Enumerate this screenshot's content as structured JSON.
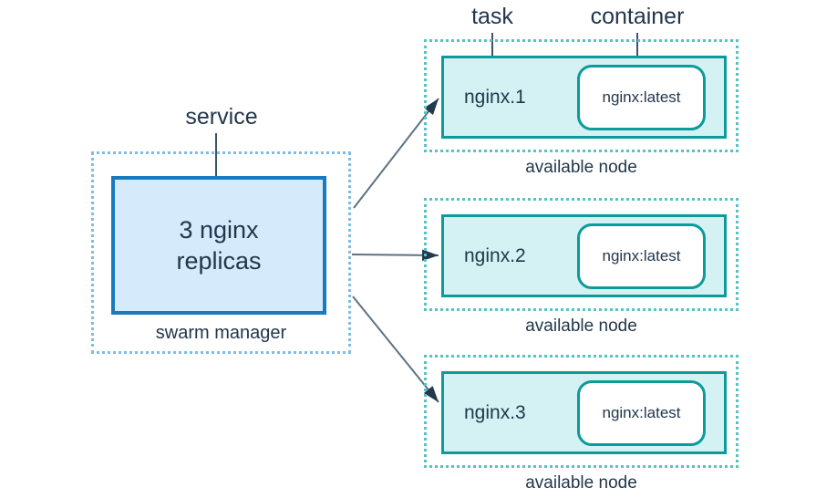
{
  "labels": {
    "service": "service",
    "task": "task",
    "container": "container"
  },
  "manager": {
    "line1": "3 nginx",
    "line2": "replicas",
    "caption": "swarm manager"
  },
  "nodes": [
    {
      "task_name": "nginx.1",
      "image": "nginx:latest",
      "caption": "available node"
    },
    {
      "task_name": "nginx.2",
      "image": "nginx:latest",
      "caption": "available node"
    },
    {
      "task_name": "nginx.3",
      "image": "nginx:latest",
      "caption": "available node"
    }
  ],
  "colors": {
    "manager_border": "#187bc0",
    "manager_fill": "#d5eafa",
    "manager_dash": "#80bde5",
    "node_dash": "#55c3c3",
    "task_border": "#0d9a9a",
    "task_fill": "#d4f2f3",
    "container_fill": "#ffffff",
    "text": "#22374c",
    "leader_line": "#3e5467",
    "arrow_shaft": "#5d7283",
    "arrow_head": "#223a50"
  }
}
